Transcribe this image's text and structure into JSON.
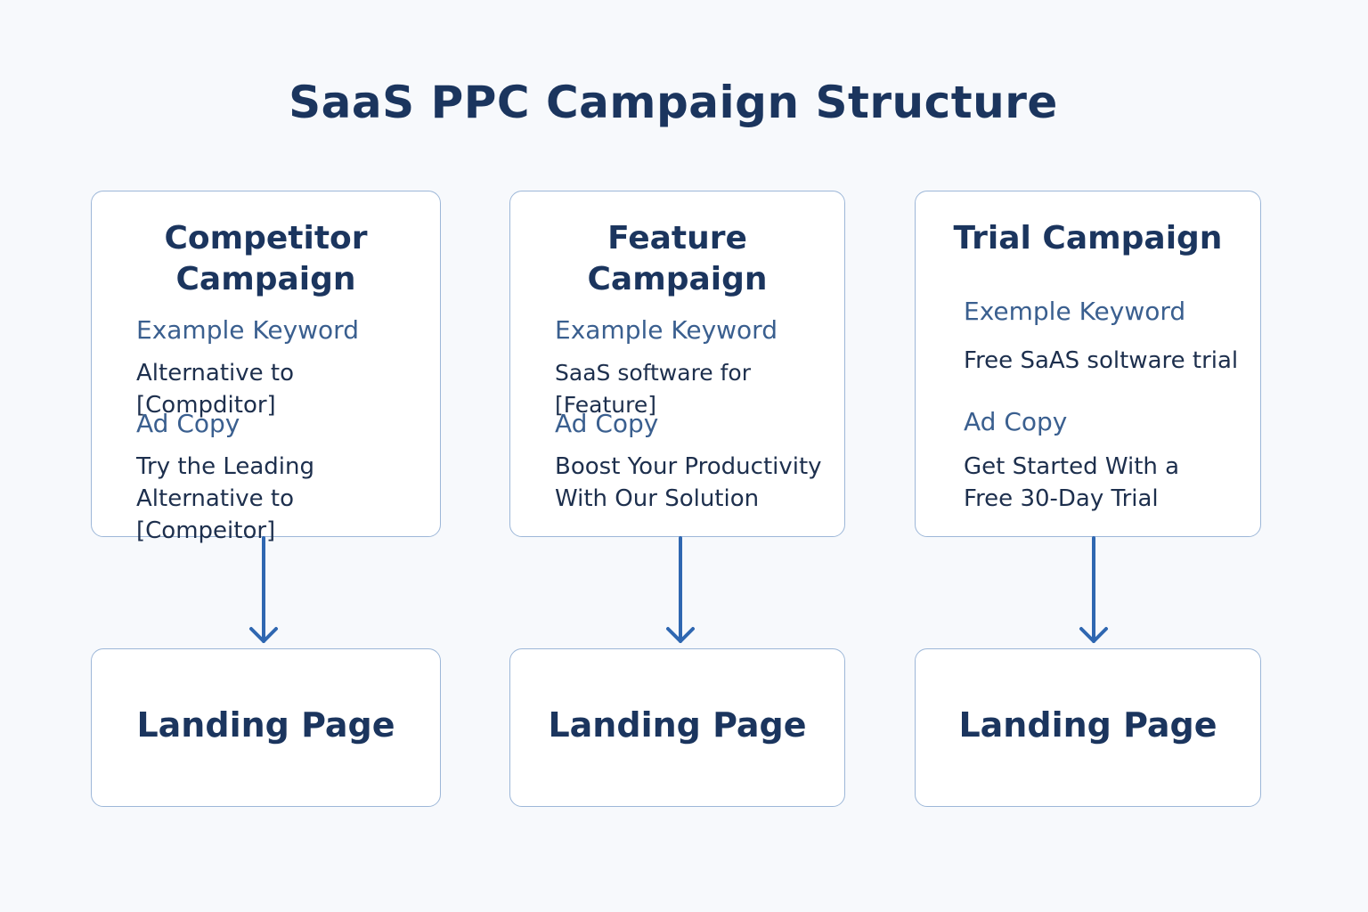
{
  "title": "SaaS PPC Campaign Structure",
  "campaigns": [
    {
      "name_line1": "Competitor",
      "name_line2": "Campaign",
      "keyword_label": "Example Keyword",
      "keyword": "Alternative to [Compditor]",
      "adcopy_label": "Ad Copy",
      "adcopy_line1": "Try the Leading",
      "adcopy_line2": "Alternative to [Compeitor]",
      "landing": "Landing Page"
    },
    {
      "name_line1": "Feature",
      "name_line2": "Campaign",
      "keyword_label": "Example Keyword",
      "keyword": "SaaS software for [Feature]",
      "adcopy_label": "Ad Copy",
      "adcopy_line1": "Boost Your Productivity",
      "adcopy_line2": "With Our Solution",
      "landing": "Landing Page"
    },
    {
      "name_line1": "Trial Campaign",
      "keyword_label": "Exemple Keyword",
      "keyword": "Free SaAS soltware trial",
      "adcopy_label": "Ad Copy",
      "adcopy_line1": "Get Started With a",
      "adcopy_line2": "Free 30-Day Trial",
      "landing": "Landing Page"
    }
  ],
  "colors": {
    "title": "#1b355e",
    "label": "#3a5f8f",
    "border": "#9db7d8",
    "arrow": "#2f67b1",
    "background": "#f7f9fc"
  }
}
